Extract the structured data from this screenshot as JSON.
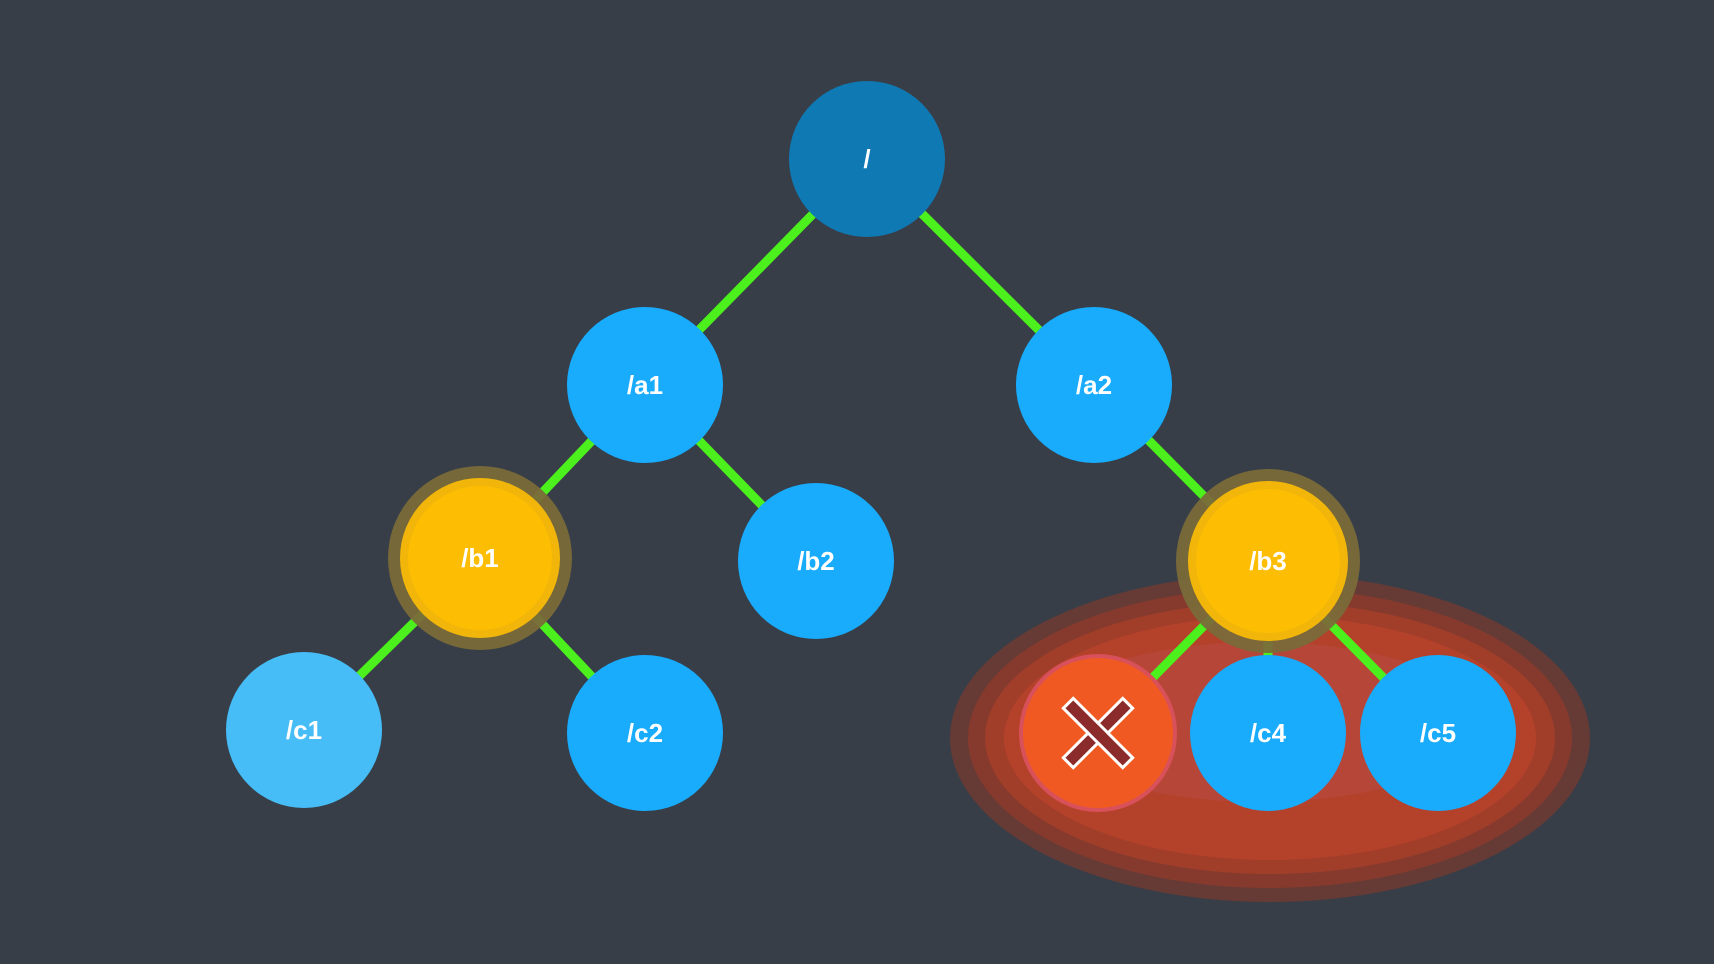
{
  "colors": {
    "background": "#373e48",
    "edge": "#4cf01c",
    "root": "#0f79b4",
    "node": "#19abfc",
    "leaf_light": "#46bdf7",
    "highlight": "#fdbd03",
    "highlight_halo": "#7a6a3a",
    "failed": "#f05a22",
    "failed_mark": "#8c2b2b",
    "failure_zone": "#c0442a"
  },
  "tree": {
    "nodes": [
      {
        "id": "root",
        "label": "/",
        "state": "root"
      },
      {
        "id": "a1",
        "label": "/a1",
        "state": "normal"
      },
      {
        "id": "a2",
        "label": "/a2",
        "state": "normal"
      },
      {
        "id": "b1",
        "label": "/b1",
        "state": "highlighted"
      },
      {
        "id": "b2",
        "label": "/b2",
        "state": "normal"
      },
      {
        "id": "b3",
        "label": "/b3",
        "state": "highlighted"
      },
      {
        "id": "c1",
        "label": "/c1",
        "state": "light"
      },
      {
        "id": "c2",
        "label": "/c2",
        "state": "normal"
      },
      {
        "id": "c3",
        "label": "",
        "state": "failed",
        "icon": "x-mark-icon"
      },
      {
        "id": "c4",
        "label": "/c4",
        "state": "normal"
      },
      {
        "id": "c5",
        "label": "/c5",
        "state": "normal"
      }
    ],
    "edges": [
      {
        "from": "root",
        "to": "a1"
      },
      {
        "from": "root",
        "to": "a2"
      },
      {
        "from": "a1",
        "to": "b1"
      },
      {
        "from": "a1",
        "to": "b2"
      },
      {
        "from": "a2",
        "to": "b3"
      },
      {
        "from": "b1",
        "to": "c1"
      },
      {
        "from": "b1",
        "to": "c2"
      },
      {
        "from": "b3",
        "to": "c3"
      },
      {
        "from": "b3",
        "to": "c4"
      },
      {
        "from": "b3",
        "to": "c5"
      }
    ]
  }
}
